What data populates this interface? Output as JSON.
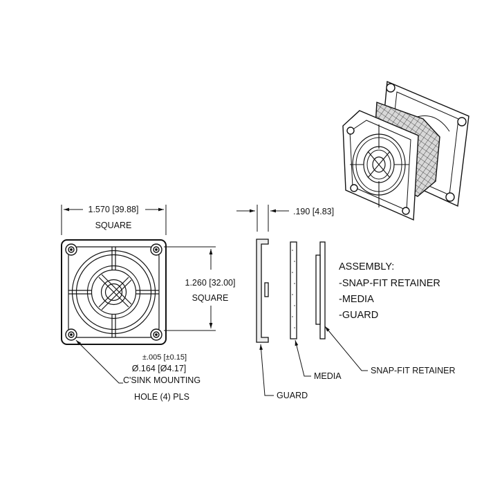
{
  "labels": {
    "width_dim": "1.570 [39.88]",
    "width_square": "SQUARE",
    "height_dim": "1.260 [32.00]",
    "height_square": "SQUARE",
    "thickness_dim": ".190 [4.83]",
    "tolerance": "±.005 [±0.15]",
    "hole_dia": "Ø.164 [Ø4.17]",
    "csink_1": "C'SINK MOUNTING",
    "csink_2": "HOLE (4) PLS",
    "guard": "GUARD",
    "media": "MEDIA",
    "snapfit": "SNAP-FIT RETAINER"
  },
  "assembly": {
    "title": "ASSEMBLY:",
    "items": [
      "-SNAP-FIT RETAINER",
      "-MEDIA",
      "-GUARD"
    ]
  },
  "colors": {
    "line": "#111111",
    "fill_light": "#eeeeee"
  }
}
